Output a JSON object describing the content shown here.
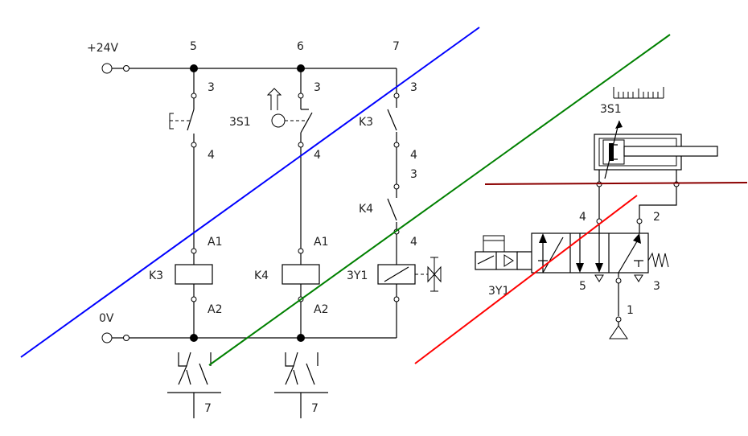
{
  "supply": {
    "plus": "+24V",
    "zero": "0V"
  },
  "columns": {
    "c5": "5",
    "c6": "6",
    "c7": "7"
  },
  "contacts": {
    "t3_a": "3",
    "t4_a": "4",
    "t3_b": "3",
    "t4_b": "4",
    "t3_c": "3",
    "t4_c": "4",
    "t3_d": "3",
    "t4_d": "4"
  },
  "devices": {
    "s1_label": "3S1",
    "k3_contact": "K3",
    "k4_contact": "K4",
    "k3_coil": "K3",
    "k4_coil": "K4",
    "y1_coil": "3Y1",
    "coil_a1": "A1",
    "coil_a1_b": "A1",
    "coil_a2": "A2",
    "coil_a2_b": "A2"
  },
  "contact_refs": {
    "k3_ref": "7",
    "k4_ref": "7"
  },
  "pneumatic": {
    "sensor": "3S1",
    "solenoid": "3Y1",
    "port4": "4",
    "port2": "2",
    "port5": "5",
    "port3": "3",
    "port1": "1"
  },
  "overlay_colors": {
    "blue": "#0000ff",
    "green": "#008000",
    "red": "#ff0000",
    "darkred": "#8b0000"
  }
}
